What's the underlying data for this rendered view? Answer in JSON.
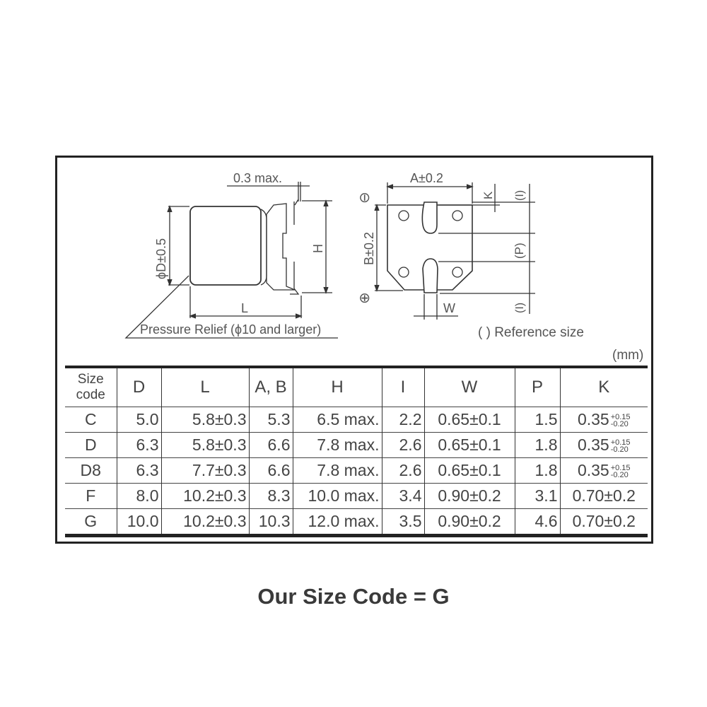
{
  "drawing": {
    "side_view": {
      "lead_thickness": "0.3 max.",
      "diameter": "ϕD±0.5",
      "height": "H",
      "length": "L",
      "pressure_relief": "Pressure Relief (ϕ10 and larger)"
    },
    "bottom_view": {
      "a_dim": "A±0.2",
      "b_dim": "B±0.2",
      "k_dim": "K",
      "i_top": "(I)",
      "p_dim": "(P)",
      "i_bottom": "(I)",
      "w_dim": "W",
      "minus_symbol": "⊖",
      "plus_symbol": "⊕"
    },
    "reference_note": "(  ) Reference size",
    "unit": "(mm)"
  },
  "table": {
    "headers": [
      "Size\ncode",
      "D",
      "L",
      "A, B",
      "H",
      "I",
      "W",
      "P",
      "K"
    ],
    "rows": [
      {
        "size": "C",
        "D": "5.0",
        "L": "5.8±0.3",
        "AB": "5.3",
        "H": "6.5 max.",
        "I": "2.2",
        "W": "0.65±0.1",
        "P": "1.5",
        "K": "0.35",
        "K_plus": "+0.15",
        "K_minus": "-0.20"
      },
      {
        "size": "D",
        "D": "6.3",
        "L": "5.8±0.3",
        "AB": "6.6",
        "H": "7.8 max.",
        "I": "2.6",
        "W": "0.65±0.1",
        "P": "1.8",
        "K": "0.35",
        "K_plus": "+0.15",
        "K_minus": "-0.20"
      },
      {
        "size": "D8",
        "D": "6.3",
        "L": "7.7±0.3",
        "AB": "6.6",
        "H": "7.8 max.",
        "I": "2.6",
        "W": "0.65±0.1",
        "P": "1.8",
        "K": "0.35",
        "K_plus": "+0.15",
        "K_minus": "-0.20"
      },
      {
        "size": "F",
        "D": "8.0",
        "L": "10.2±0.3",
        "AB": "8.3",
        "H": "10.0 max.",
        "I": "3.4",
        "W": "0.90±0.2",
        "P": "3.1",
        "K": "0.70±0.2"
      },
      {
        "size": "G",
        "D": "10.0",
        "L": "10.2±0.3",
        "AB": "10.3",
        "H": "12.0 max.",
        "I": "3.5",
        "W": "0.90±0.2",
        "P": "4.6",
        "K": "0.70±0.2"
      }
    ]
  },
  "caption": "Our Size Code = G"
}
